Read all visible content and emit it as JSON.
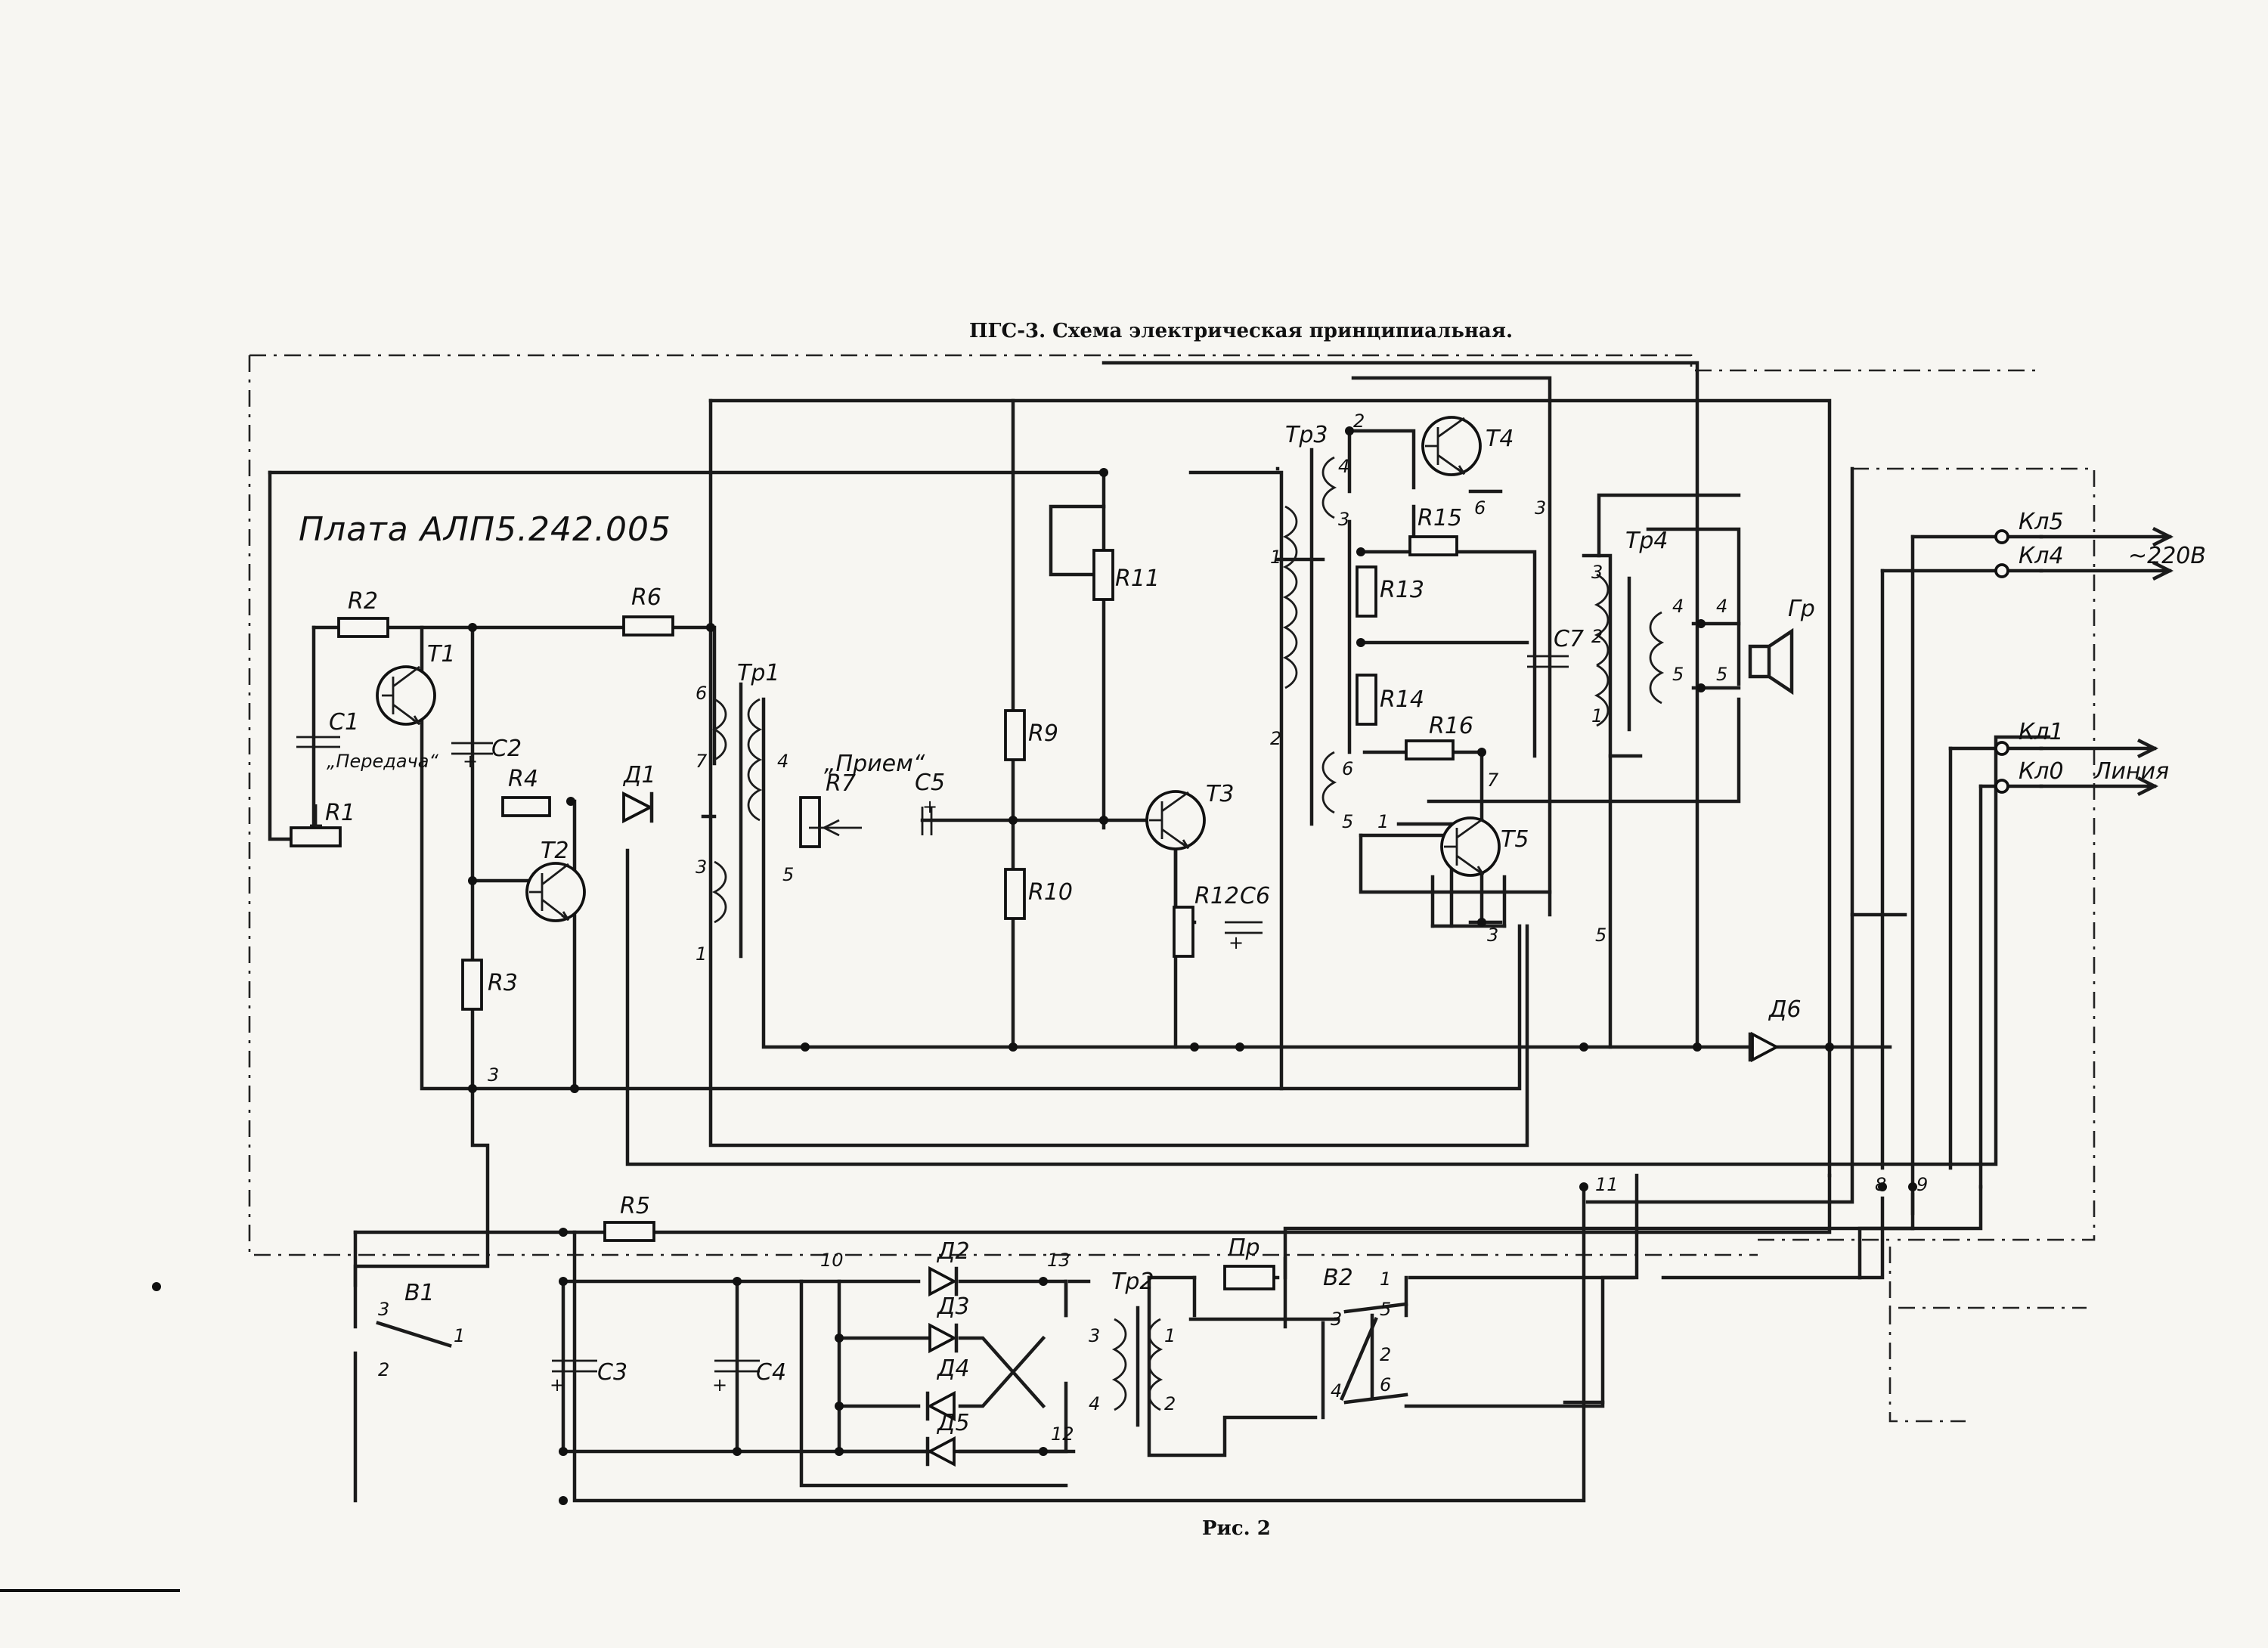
{
  "document": {
    "title": "ПГС-3. Схема электрическая принципиальная.",
    "board": "Плата АЛП5.242.005",
    "figure": "Рис. 2"
  },
  "labels": {
    "R1": "R1",
    "R2": "R2",
    "R3": "R3",
    "R4": "R4",
    "R5": "R5",
    "R6": "R6",
    "R7": "R7",
    "R9": "R9",
    "R10": "R10",
    "R11": "R11",
    "R12": "R12",
    "R13": "R13",
    "R14": "R14",
    "R15": "R15",
    "R16": "R16",
    "C1": "C1",
    "C2": "C2",
    "C3": "C3",
    "C4": "C4",
    "C5": "C5",
    "C6": "C6",
    "C7": "C7",
    "T1": "T1",
    "T2": "T2",
    "T3": "T3",
    "T4": "T4",
    "T5": "T5",
    "D1": "Д1",
    "D2": "Д2",
    "D3": "Д3",
    "D4": "Д4",
    "D5": "Д5",
    "D6": "Д6",
    "Tr1": "Тр1",
    "Tr2": "Тр2",
    "Tr3": "Тр3",
    "Tr4": "Тр4",
    "B1": "B1",
    "B2": "В2",
    "Pr": "Пр",
    "Gr": "Гр",
    "transmit": "„Передача“",
    "receive": "„Прием“",
    "mains": "~220В",
    "line": "Линия",
    "Kl5": "Кл5",
    "Kl4": "Кл4",
    "Kl1": "Кл1",
    "Kl0": "Кл0"
  },
  "pins": {
    "p1": "1",
    "p2": "2",
    "p3": "3",
    "p4": "4",
    "p5": "5",
    "p6": "6",
    "p7": "7",
    "p8": "8",
    "p9": "9",
    "p10": "10",
    "p11": "11",
    "p12": "12",
    "p13": "13",
    "plus": "+"
  }
}
